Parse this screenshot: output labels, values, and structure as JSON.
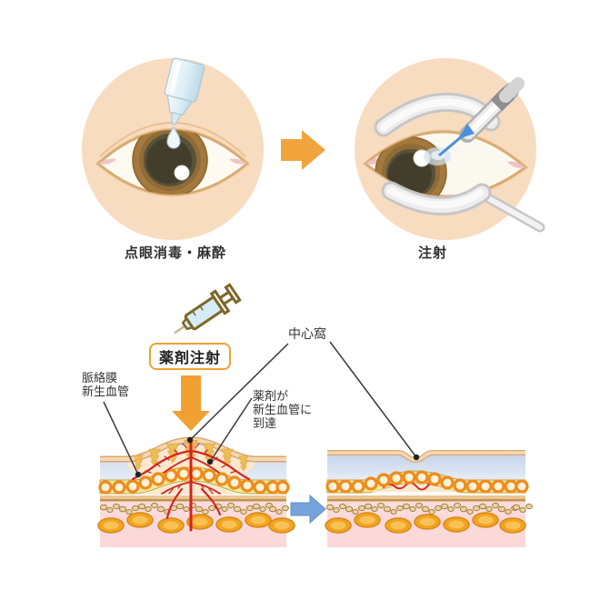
{
  "steps": [
    {
      "id": "disinfect",
      "caption": "点眼消毒・麻酔"
    },
    {
      "id": "inject",
      "caption": "注射"
    }
  ],
  "diagram": {
    "injection_box_label": "薬剤注射",
    "labels": {
      "cnv": "脈絡膜\n新生血管",
      "fovea": "中心窩",
      "drug_reach": "薬剤が\n新生血管に\n到達"
    }
  },
  "icons": {
    "step1": "eyedropper-bottle-icon",
    "step2": "syringe-with-speculum-icon",
    "between_steps": "arrow-right-orange-icon",
    "drug": "syringe-icon",
    "inject_direction": "arrow-down-orange-icon",
    "progression": "arrow-right-blue-icon"
  },
  "colors": {
    "circle_bg": "#f8dcc0",
    "orange_arrow": "#f2a43c",
    "box_border": "#f0a233",
    "blue_arrow": "#76a3da",
    "vessel_red": "#d42320",
    "rpe_yellow": "#f7ec9e",
    "layer_blue": "#c9d7ec",
    "layer_pink": "#fbdcdc",
    "text": "#333333"
  }
}
